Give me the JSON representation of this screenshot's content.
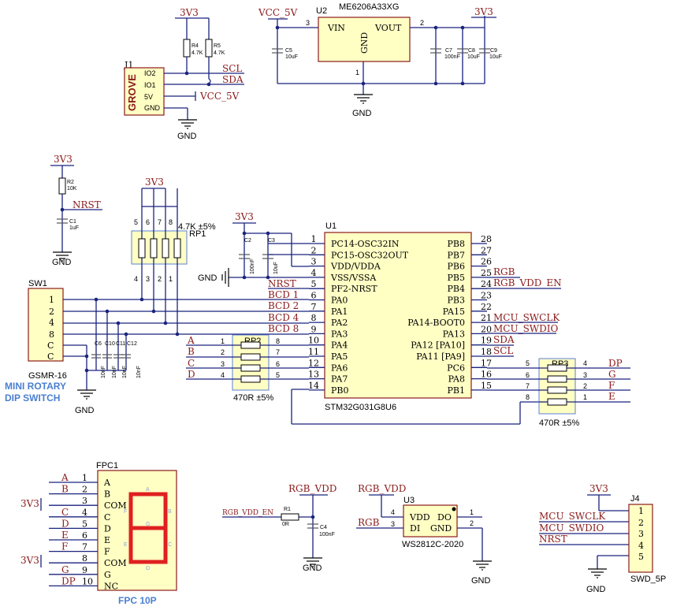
{
  "nets": {
    "v33": "3V3",
    "vcc5v": "VCC_5V",
    "gnd": "GND",
    "scl": "SCL",
    "sda": "SDA",
    "nrst": "NRST",
    "rgb": "RGB",
    "rgb_vdd_en": "RGB_VDD_EN",
    "rgb_vdd": "RGB_VDD",
    "mcu_swclk": "MCU_SWCLK",
    "mcu_swdio": "MCU_SWDIO",
    "bcd1": "BCD 1",
    "bcd2": "BCD 2",
    "bcd4": "BCD 4",
    "bcd8": "BCD 8",
    "a": "A",
    "b": "B",
    "c": "C",
    "d": "D",
    "e": "E",
    "f": "F",
    "g": "G",
    "dp": "DP"
  },
  "u2": {
    "ref": "U2",
    "part": "ME6206A33XG",
    "vin": "VIN",
    "vout": "VOUT",
    "gnd": "GND",
    "p1": "1",
    "p2": "2",
    "p3": "3"
  },
  "caps": {
    "c5": {
      "ref": "C5",
      "val": "10uF"
    },
    "c7": {
      "ref": "C7",
      "val": "100nF"
    },
    "c8": {
      "ref": "C8",
      "val": "10uF"
    },
    "c9": {
      "ref": "C9",
      "val": "10uF"
    },
    "c1": {
      "ref": "C1",
      "val": "1uF"
    },
    "c2": {
      "ref": "C2",
      "val": "100nF"
    },
    "c3": {
      "ref": "C3",
      "val": "10uF"
    },
    "c6": {
      "ref": "C6",
      "val": "10nF"
    },
    "c10": {
      "ref": "C10",
      "val": "10nF"
    },
    "c11": {
      "ref": "C11",
      "val": "10nF"
    },
    "c12": {
      "ref": "C12",
      "val": "10nF"
    },
    "c4": {
      "ref": "C4",
      "val": "100nF"
    }
  },
  "resistors": {
    "r4": {
      "ref": "R4",
      "val": "4.7K"
    },
    "r5": {
      "ref": "R5",
      "val": "4.7K"
    },
    "r2": {
      "ref": "R2",
      "val": "10K"
    },
    "r1": {
      "ref": "R1",
      "val": "0R"
    }
  },
  "j1": {
    "ref": "J1",
    "brand": "GROVE",
    "pins": [
      "IO2",
      "IO1",
      "5V",
      "GND"
    ]
  },
  "rp1": {
    "ref": "RP1",
    "val": "4.7K ±5%",
    "top": [
      "5",
      "6",
      "7",
      "8"
    ],
    "bot": [
      "4",
      "3",
      "2",
      "1"
    ]
  },
  "sw1": {
    "ref": "SW1",
    "part": "GSMR-16",
    "title1": "MINI ROTARY",
    "title2": "DIP SWITCH",
    "pins": [
      "1",
      "2",
      "4",
      "8",
      "C",
      "C"
    ]
  },
  "u1": {
    "ref": "U1",
    "part": "STM32G031G8U6",
    "left": [
      {
        "name": "PC14-OSC32IN",
        "num": "1"
      },
      {
        "name": "PC15-OSC32OUT",
        "num": "2"
      },
      {
        "name": "VDD/VDDA",
        "num": "3"
      },
      {
        "name": "VSS/VSSA",
        "num": "4"
      },
      {
        "name": "PF2-NRST",
        "num": "5"
      },
      {
        "name": "PA0",
        "num": "6"
      },
      {
        "name": "PA1",
        "num": "7"
      },
      {
        "name": "PA2",
        "num": "8"
      },
      {
        "name": "PA3",
        "num": "9"
      },
      {
        "name": "PA4",
        "num": "10"
      },
      {
        "name": "PA5",
        "num": "11"
      },
      {
        "name": "PA6",
        "num": "12"
      },
      {
        "name": "PA7",
        "num": "13"
      },
      {
        "name": "PB0",
        "num": "14"
      }
    ],
    "right": [
      {
        "name": "PB8",
        "num": "28"
      },
      {
        "name": "PB7",
        "num": "27"
      },
      {
        "name": "PB6",
        "num": "26"
      },
      {
        "name": "PB5",
        "num": "25"
      },
      {
        "name": "PB4",
        "num": "24"
      },
      {
        "name": "PB3",
        "num": "23"
      },
      {
        "name": "PA15",
        "num": "22"
      },
      {
        "name": "PA14-BOOT0",
        "num": "21"
      },
      {
        "name": "PA13",
        "num": "20"
      },
      {
        "name": "PA12 [PA10]",
        "num": "19"
      },
      {
        "name": "PA11 [PA9]",
        "num": "18"
      },
      {
        "name": "PC6",
        "num": "17"
      },
      {
        "name": "PA8",
        "num": "16"
      },
      {
        "name": "PB1",
        "num": "15"
      }
    ]
  },
  "rp2": {
    "ref": "RP2",
    "val": "470R ±5%",
    "left": [
      "1",
      "2",
      "3",
      "4"
    ],
    "right": [
      "8",
      "7",
      "6",
      "5"
    ]
  },
  "rp3": {
    "ref": "RP3",
    "val": "470R ±5%",
    "left": [
      "5",
      "6",
      "7",
      "8"
    ],
    "right": [
      "4",
      "3",
      "2",
      "1"
    ]
  },
  "fpc1": {
    "ref": "FPC1",
    "title": "FPC  10P",
    "pins": [
      {
        "num": "1",
        "name": "A"
      },
      {
        "num": "2",
        "name": "B"
      },
      {
        "num": "3",
        "name": "COM"
      },
      {
        "num": "4",
        "name": "C"
      },
      {
        "num": "5",
        "name": "D"
      },
      {
        "num": "6",
        "name": "E"
      },
      {
        "num": "7",
        "name": "F"
      },
      {
        "num": "8",
        "name": "COM"
      },
      {
        "num": "9",
        "name": "G"
      },
      {
        "num": "10",
        "name": "NC"
      }
    ],
    "segs": {
      "a": "A",
      "b": "B",
      "c": "C",
      "d": "D",
      "e": "E",
      "f": "F",
      "g": "G"
    }
  },
  "u3": {
    "ref": "U3",
    "part": "WS2812C-2020",
    "vdd": "VDD",
    "di": "DI",
    "do": "DO",
    "gnd": "GND",
    "p1": "1",
    "p2": "2",
    "p3": "3",
    "p4": "4"
  },
  "j4": {
    "ref": "J4",
    "part": "SWD_5P",
    "pins": [
      "1",
      "2",
      "3",
      "4",
      "5"
    ]
  }
}
